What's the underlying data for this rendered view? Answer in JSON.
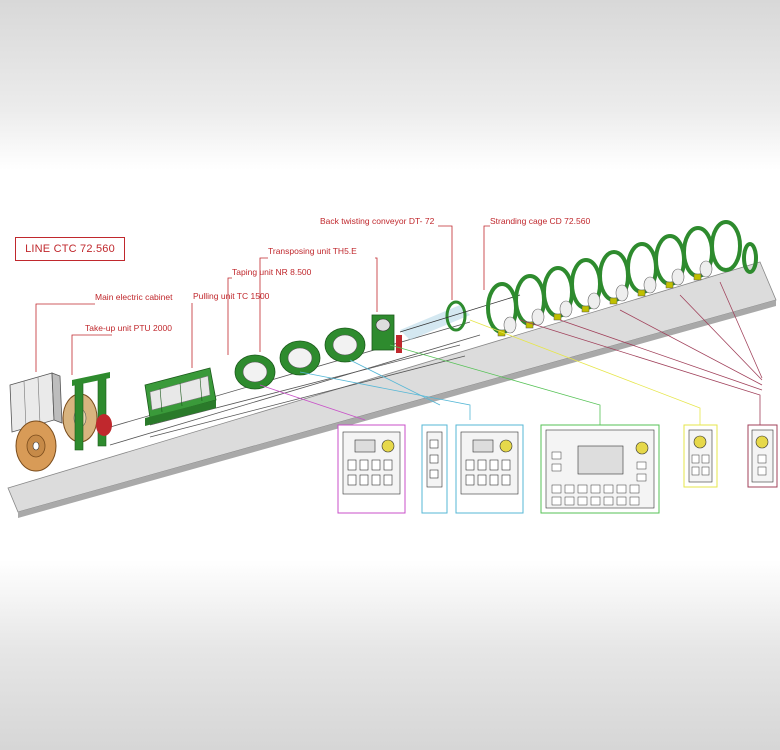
{
  "line_title": "LINE CTC 72.560",
  "labels": {
    "main_electric_cabinet": "Main electric cabinet",
    "take_up_unit": "Take-up unit PTU 2000",
    "pulling_unit": "Pulling unit TC 1500",
    "taping_unit": "Taping unit NR 8.500",
    "transposing_unit": "Transposing unit TH5.E",
    "back_twisting_conveyor": "Back twisting conveyor DT- 72",
    "stranding_cage": "Stranding cage CD 72.560"
  },
  "colors": {
    "label_red": "#c0282d",
    "machine_green": "#2e8b2e",
    "panel_magenta": "#c84fc8",
    "panel_cyan": "#55b7d6",
    "panel_green": "#55c255",
    "panel_yellow": "#e6e64a",
    "panel_maroon": "#a0405a"
  }
}
